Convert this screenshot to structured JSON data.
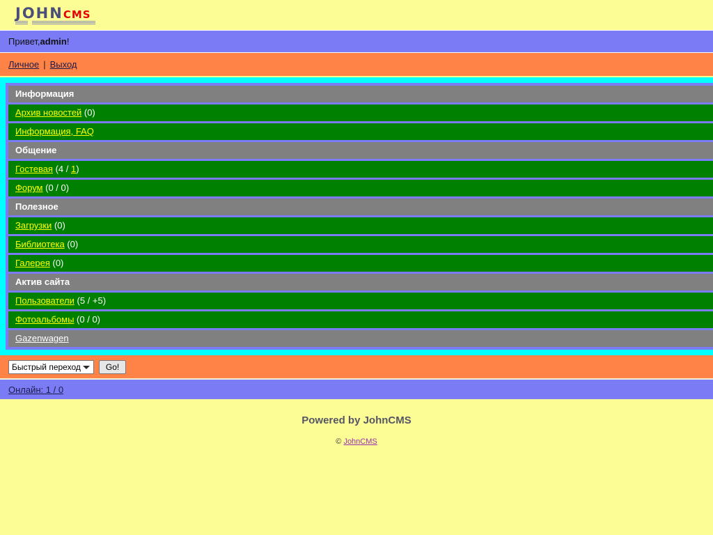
{
  "site": {
    "logo_john": "JOHN",
    "logo_cms": "CMS"
  },
  "greeting": {
    "prefix": "Привет, ",
    "username": "admin",
    "suffix": "!"
  },
  "topnav": {
    "personal_label": "Личное",
    "separator": "|",
    "logout_label": "Выход"
  },
  "menu": {
    "sections": [
      {
        "title": "Информация",
        "items": [
          {
            "label": "Архив новостей",
            "count": "(0)"
          },
          {
            "label": "Информация, FAQ",
            "count": ""
          }
        ]
      },
      {
        "title": "Общение",
        "items": [
          {
            "label": "Гостевая",
            "count_pre": "(4 / ",
            "count_link": "1",
            "count_post": ")"
          },
          {
            "label": "Форум",
            "count": "(0 / 0)"
          }
        ]
      },
      {
        "title": "Полезное",
        "items": [
          {
            "label": "Загрузки",
            "count": "(0)"
          },
          {
            "label": "Библиотека",
            "count": "(0)"
          },
          {
            "label": "Галерея",
            "count": "(0)"
          }
        ]
      },
      {
        "title": "Актив сайта",
        "items": [
          {
            "label": "Пользователи",
            "count": "(5 / +5)"
          },
          {
            "label": "Фотоальбомы",
            "count": "(0 / 0)"
          }
        ]
      }
    ],
    "extra_link": "Gazenwagen"
  },
  "quickjump": {
    "selected": "Быстрый переход",
    "go_label": "Go!"
  },
  "online": {
    "label": "Онлайн: 1 / 0"
  },
  "footer": {
    "powered": "Powered by JohnCMS",
    "copy_symbol": "©",
    "copy_link": "JohnCMS"
  },
  "colors": {
    "page_bg": "#fdfd96",
    "purple_bar": "#7b7bf5",
    "orange_bar": "#ff8247",
    "cyan_frame": "#00ffff",
    "section_head": "#808080",
    "item_row": "#008000",
    "link_yellow": "#ffff00",
    "logo_red": "#e50000",
    "logo_navy": "#4a4f7a"
  }
}
